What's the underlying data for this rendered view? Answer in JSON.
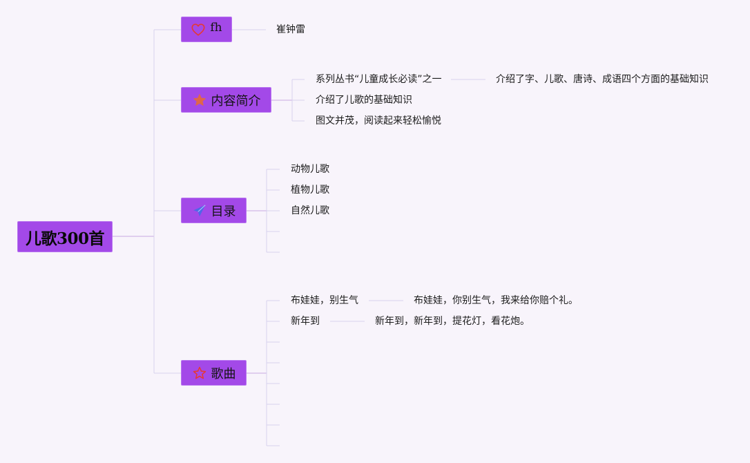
{
  "root": {
    "label": "儿歌300首"
  },
  "branches": {
    "fh": {
      "label": "fh",
      "icon": "heart-outline-icon",
      "icon_color": "#e53935",
      "children": [
        "崔钟雷"
      ]
    },
    "intro": {
      "label": "内容简介",
      "icon": "star-filled-icon",
      "icon_color": "#e0664a",
      "children": [
        "系列丛书“儿童成长必读”之一",
        "介绍了儿歌的基础知识",
        "图文并茂，阅读起来轻松愉悦"
      ],
      "sub_children": [
        "介绍了字、儿歌、唐诗、成语四个方面的基础知识"
      ]
    },
    "toc": {
      "label": "目录",
      "icon": "paper-plane-icon",
      "icon_color": "#4f67e8",
      "children": [
        "动物儿歌",
        "植物儿歌",
        "自然儿歌",
        "",
        ""
      ]
    },
    "songs": {
      "label": "歌曲",
      "icon": "star-outline-icon",
      "icon_color": "#e53935",
      "children": [
        "布娃娃，别生气",
        "新年到",
        "",
        "",
        "",
        "",
        "",
        ""
      ],
      "sub_children": [
        "布娃娃，你别生气，我来给你赔个礼。",
        "新年到，新年到，提花灯，看花炮。"
      ]
    }
  },
  "colors": {
    "background": "#f8f4fb",
    "node_fill": "#a349e8",
    "connector": "#c9a9e0",
    "connector_light": "#d7d2ee"
  }
}
